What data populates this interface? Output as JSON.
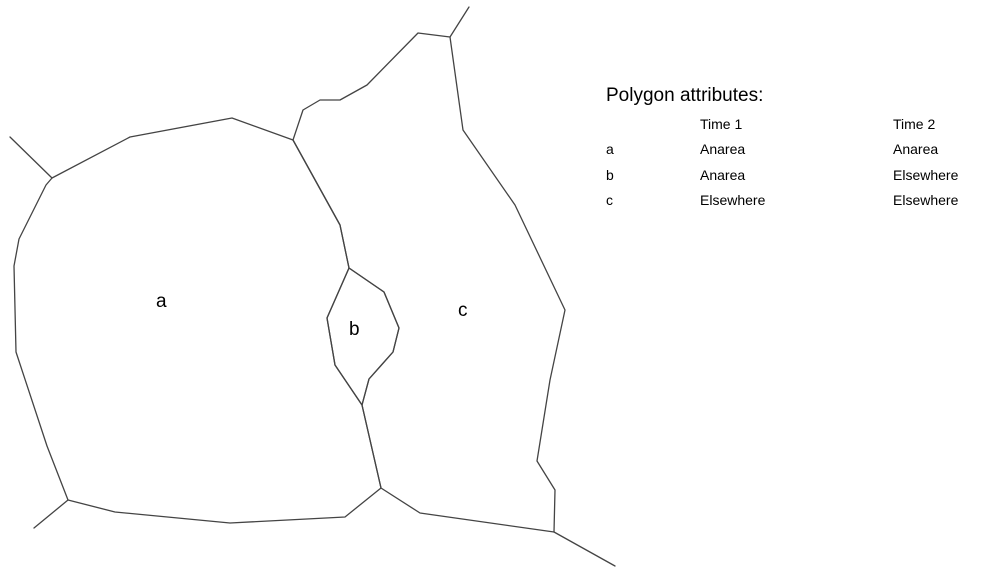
{
  "polygons": [
    {
      "id": "a"
    },
    {
      "id": "b"
    },
    {
      "id": "c"
    }
  ],
  "attributes": {
    "title": "Polygon attributes:",
    "headers": [
      "Time 1",
      "Time 2"
    ],
    "rows": [
      {
        "id": "a",
        "time1": "Anarea",
        "time2": "Anarea"
      },
      {
        "id": "b",
        "time1": "Anarea",
        "time2": "Elsewhere"
      },
      {
        "id": "c",
        "time1": "Elsewhere",
        "time2": "Elsewhere"
      }
    ]
  }
}
